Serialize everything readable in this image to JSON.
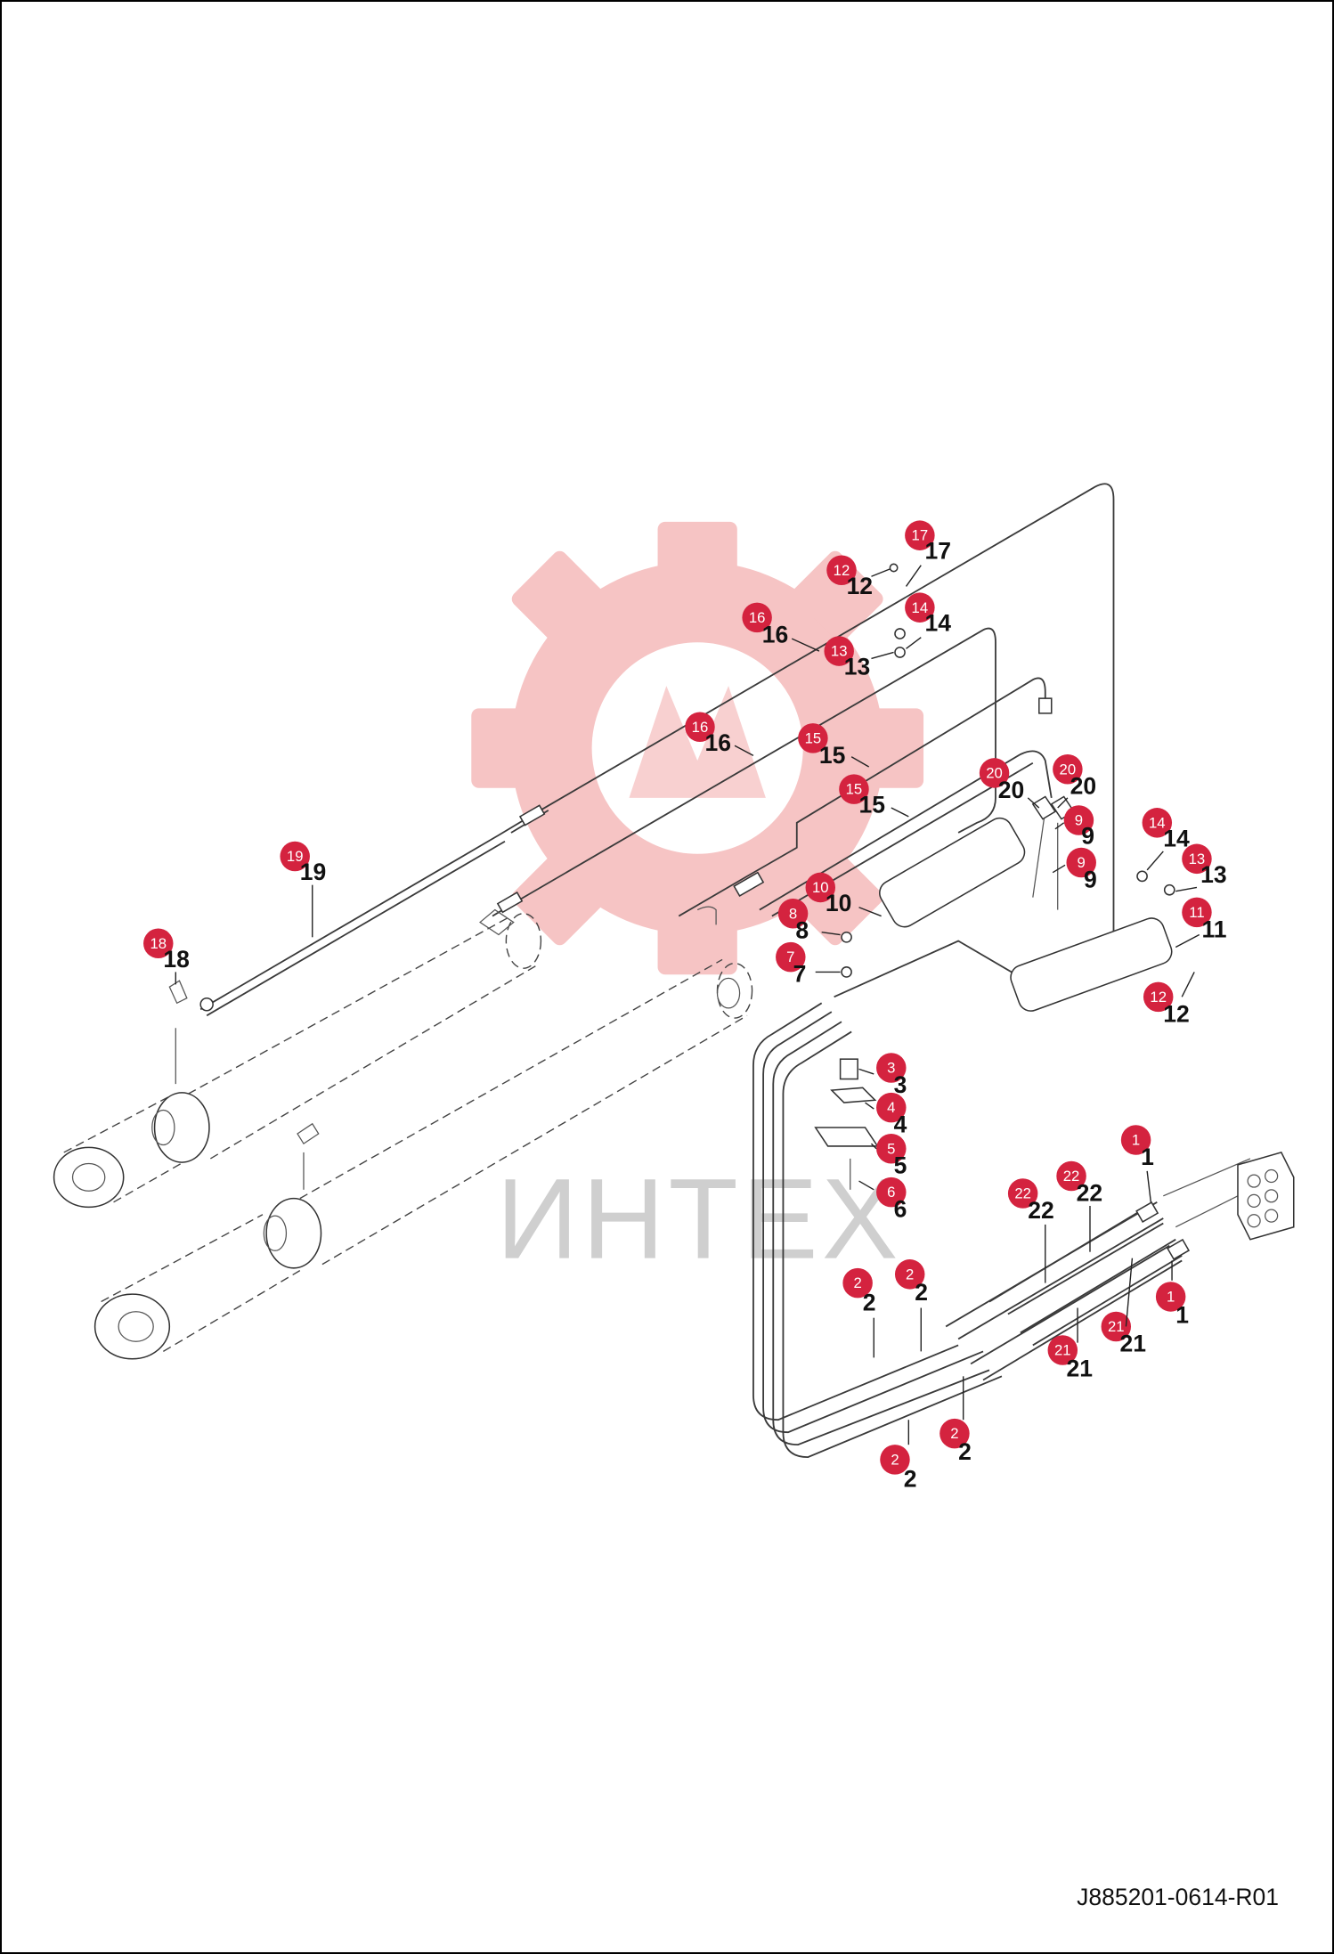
{
  "watermark": {
    "text": "ИНТЕХ",
    "gear_color": "#f6c4c4",
    "text_color": "#cfcfcf"
  },
  "drawing_code": "J885201-0614-R01",
  "colors": {
    "badge": "#d4233f",
    "badge_text": "#ffffff",
    "line": "#3a3a3a",
    "label": "#111111"
  },
  "parts": [
    {
      "num": "17",
      "label": "17"
    },
    {
      "num": "12",
      "label": "12"
    },
    {
      "num": "14",
      "label": "14"
    },
    {
      "num": "16",
      "label": "16"
    },
    {
      "num": "13",
      "label": "13"
    },
    {
      "num": "16",
      "label": "16"
    },
    {
      "num": "15",
      "label": "15"
    },
    {
      "num": "15",
      "label": "15"
    },
    {
      "num": "20",
      "label": "20"
    },
    {
      "num": "20",
      "label": "20"
    },
    {
      "num": "9",
      "label": "9"
    },
    {
      "num": "9",
      "label": "9"
    },
    {
      "num": "14",
      "label": "14"
    },
    {
      "num": "13",
      "label": "13"
    },
    {
      "num": "11",
      "label": "11"
    },
    {
      "num": "12",
      "label": "12"
    },
    {
      "num": "19",
      "label": "19"
    },
    {
      "num": "18",
      "label": "18"
    },
    {
      "num": "10",
      "label": "10"
    },
    {
      "num": "8",
      "label": "8"
    },
    {
      "num": "7",
      "label": "7"
    },
    {
      "num": "3",
      "label": "3"
    },
    {
      "num": "4",
      "label": "4"
    },
    {
      "num": "5",
      "label": "5"
    },
    {
      "num": "6",
      "label": "6"
    },
    {
      "num": "1",
      "label": "1"
    },
    {
      "num": "22",
      "label": "22"
    },
    {
      "num": "22",
      "label": "22"
    },
    {
      "num": "2",
      "label": "2"
    },
    {
      "num": "2",
      "label": "2"
    },
    {
      "num": "1",
      "label": "1"
    },
    {
      "num": "21",
      "label": "21"
    },
    {
      "num": "21",
      "label": "21"
    },
    {
      "num": "2",
      "label": "2"
    },
    {
      "num": "2",
      "label": "2"
    }
  ]
}
